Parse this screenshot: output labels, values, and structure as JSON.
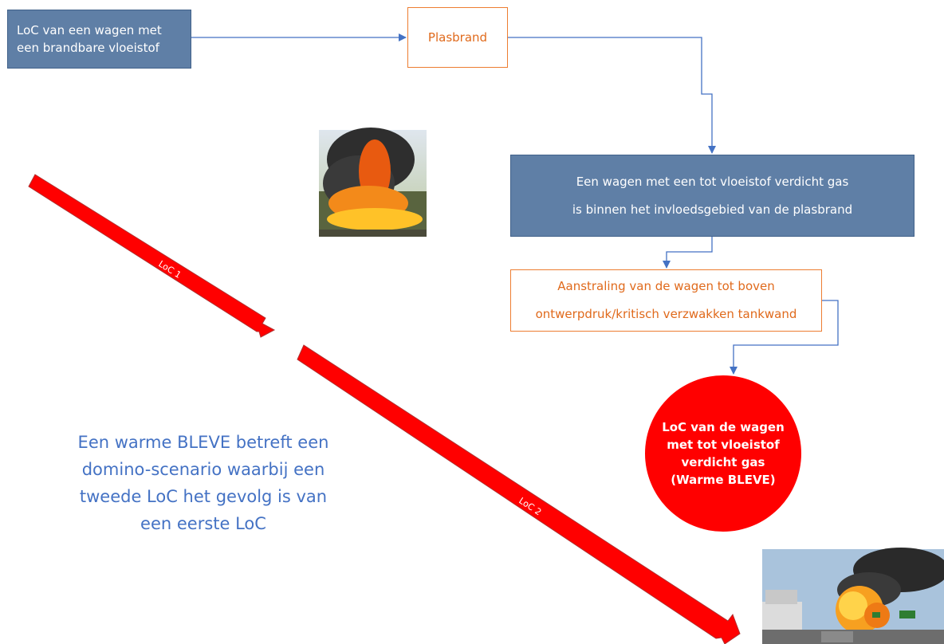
{
  "nodes": {
    "start": {
      "line1": "LoC van een wagen met",
      "line2": "een brandbare vloeistof"
    },
    "poolfire": {
      "label": "Plasbrand"
    },
    "wagon_in_range": {
      "line1": "Een wagen met een tot vloeistof verdicht gas",
      "line2": "is binnen het invloedsgebied van de plasbrand"
    },
    "heating": {
      "line1": "Aanstraling van de wagen tot boven",
      "line2": "ontwerpdruk/kritisch verzwakken tankwand"
    },
    "result": {
      "line1": "LoC van de wagen",
      "line2": "met tot vloeistof",
      "line3": "verdicht gas",
      "line4": "(Warme BLEVE)"
    }
  },
  "big_arrows": {
    "arrow1": "LoC 1",
    "arrow2": "LoC 2"
  },
  "note": {
    "line1": "Een warme BLEVE betreft een",
    "line2": "domino-scenario waarbij een",
    "line3": "tweede LoC het gevolg is van",
    "line4": "een eerste LoC"
  },
  "images": {
    "photo1": "pool-fire-photo",
    "photo2": "bleve-fireball-photo"
  },
  "colors": {
    "blue_box": "#5f7fa6",
    "orange": "#ed7d31",
    "red": "#ff0000",
    "connector": "#4472c4",
    "note_text": "#4472c4"
  }
}
